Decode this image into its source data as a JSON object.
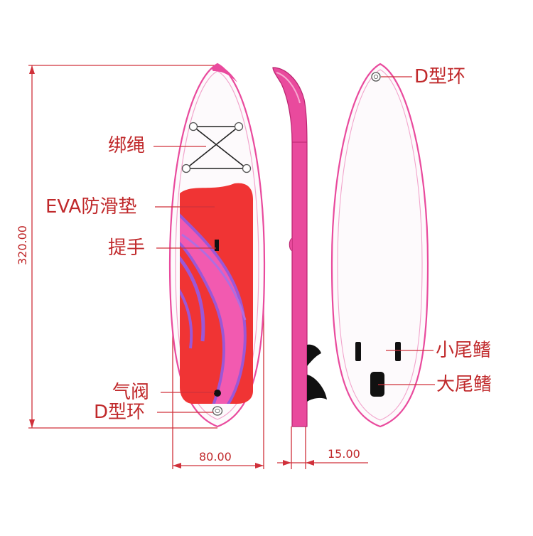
{
  "labels": {
    "lashing": "绑绳",
    "eva_pad": "EVA防滑垫",
    "handle": "提手",
    "valve": "气阀",
    "d_ring_front": "D型环",
    "d_ring_back": "D型环",
    "small_fin": "小尾鳍",
    "large_fin": "大尾鳍"
  },
  "dimensions": {
    "length": "320.00",
    "width": "80.00",
    "thickness": "15.00"
  },
  "colors": {
    "rail_pink": "#e94a9d",
    "deck_red": "#f03434",
    "swirl_pink": "#f25ab0",
    "swirl_purple": "#9b57d6",
    "dimension_line": "#d0303a",
    "fin_black": "#111111"
  }
}
